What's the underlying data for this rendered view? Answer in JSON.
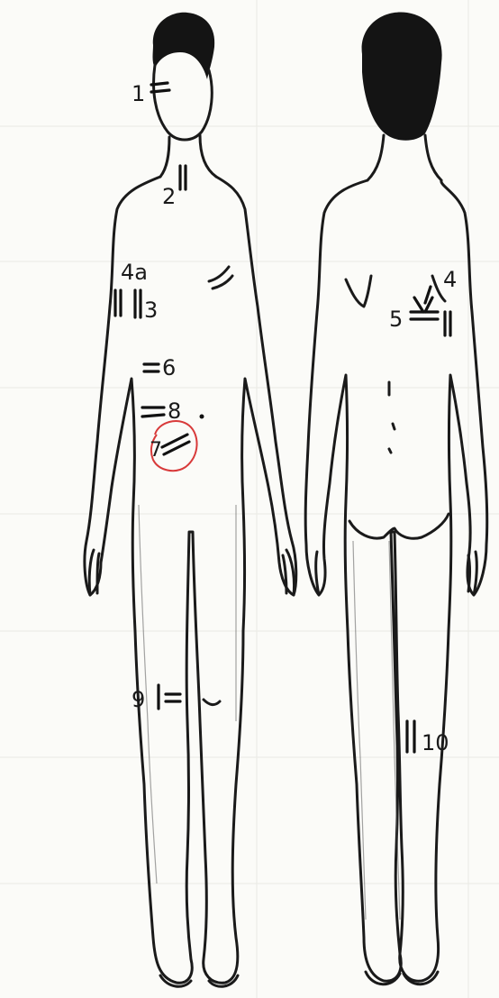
{
  "labels": {
    "l1": "1",
    "l2": "2",
    "l4a": "4a",
    "l3": "3",
    "l6": "6",
    "l8": "8",
    "l7": "7",
    "l9": "9",
    "l4": "4",
    "l5": "5",
    "l10": "10"
  },
  "colors": {
    "ink": "#1a1a1a",
    "highlight_circle": "#d83a3a",
    "paper": "#fbfbf8"
  }
}
